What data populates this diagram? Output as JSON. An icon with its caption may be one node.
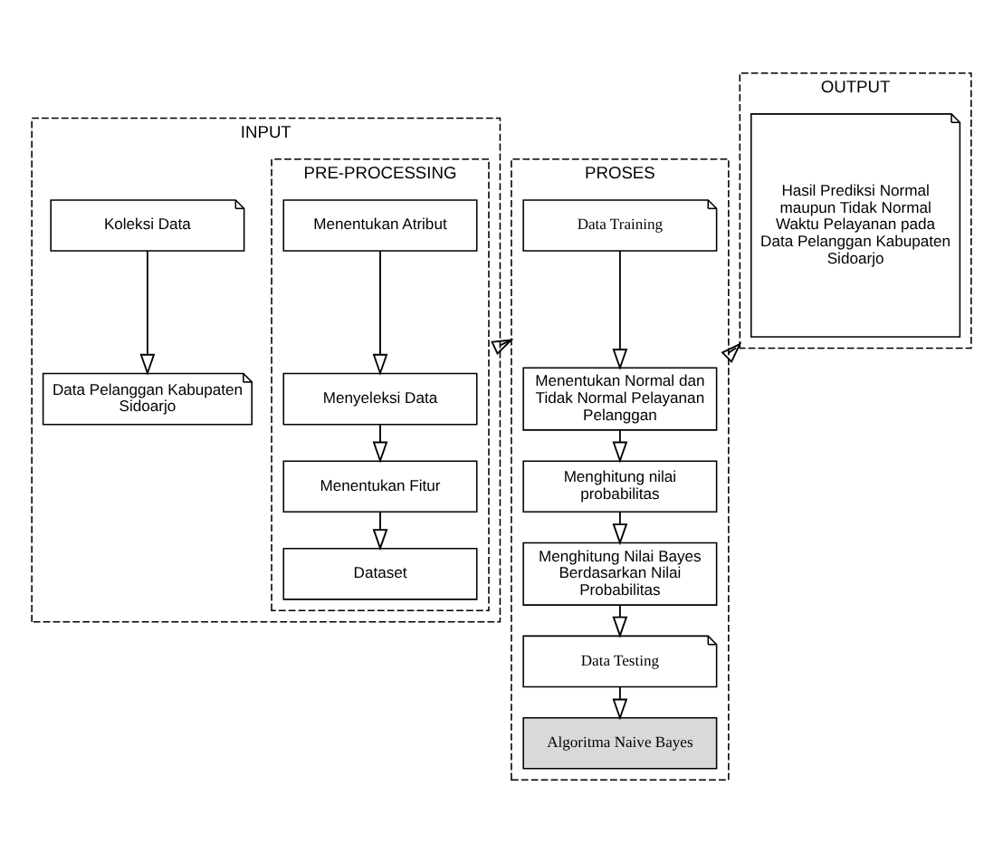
{
  "diagram": {
    "nodes": [
      {
        "text": [
          "INPUT"
        ]
      },
      {
        "text": [
          "Koleksi Data"
        ],
        "in": 0
      },
      {
        "text": [
          "Data Pelanggan Kabupaten Sidoarjo"
        ],
        "in": 0
      },
      {
        "text": [
          "PRE-PROCESSING"
        ],
        "in": 0
      },
      {
        "text": [
          "Menentukan Atribut"
        ],
        "in": 3
      },
      {
        "text": [
          "Menyeleksi Data"
        ],
        "in": 3
      },
      {
        "text": [
          "Menentukan Fitur"
        ],
        "in": 3
      },
      {
        "text": [
          "Dataset"
        ],
        "in": 3
      },
      {
        "text": [
          "PROSES"
        ]
      },
      {
        "text": [
          "Data Training"
        ],
        "in": 8
      },
      {
        "text": [
          "Menentukan Normal dan Tidak Normal Pelayanan Pelanggan"
        ],
        "in": 8
      },
      {
        "text": [
          "Menghitung nilai probabilitas"
        ],
        "in": 8
      },
      {
        "text": [
          "Menghitung Nilai Bayes Berdasarkan Nilai Probabilitas"
        ],
        "in": 8
      },
      {
        "text": [
          "Data Testing"
        ],
        "in": 8
      },
      {
        "text": [
          "Algoritma Naive Bayes"
        ],
        "in": 8
      },
      {
        "text": [
          "OUTPUT"
        ]
      },
      {
        "text": [
          "Hasil Prediksi Normal maupun Tidak Normal Waktu Pelayanan pada Data Pelanggan Kabupaten Sidoarjo"
        ],
        "in": 15
      }
    ],
    "edges": [
      {
        "from": 1,
        "to": 2,
        "arrow": "to"
      },
      {
        "from": 0,
        "to": 8,
        "arrow": "to"
      },
      {
        "from": 4,
        "to": 5,
        "arrow": "to"
      },
      {
        "from": 5,
        "to": 6,
        "arrow": "to"
      },
      {
        "from": 6,
        "to": 7,
        "arrow": "to"
      },
      {
        "from": 9,
        "to": 10,
        "arrow": "to"
      },
      {
        "from": 10,
        "to": 11,
        "arrow": "to"
      },
      {
        "from": 11,
        "to": 12,
        "arrow": "to"
      },
      {
        "from": 12,
        "to": 13,
        "arrow": "to"
      },
      {
        "from": 13,
        "to": 14,
        "arrow": "to"
      },
      {
        "from": 8,
        "to": 15,
        "arrow": "to"
      }
    ]
  }
}
